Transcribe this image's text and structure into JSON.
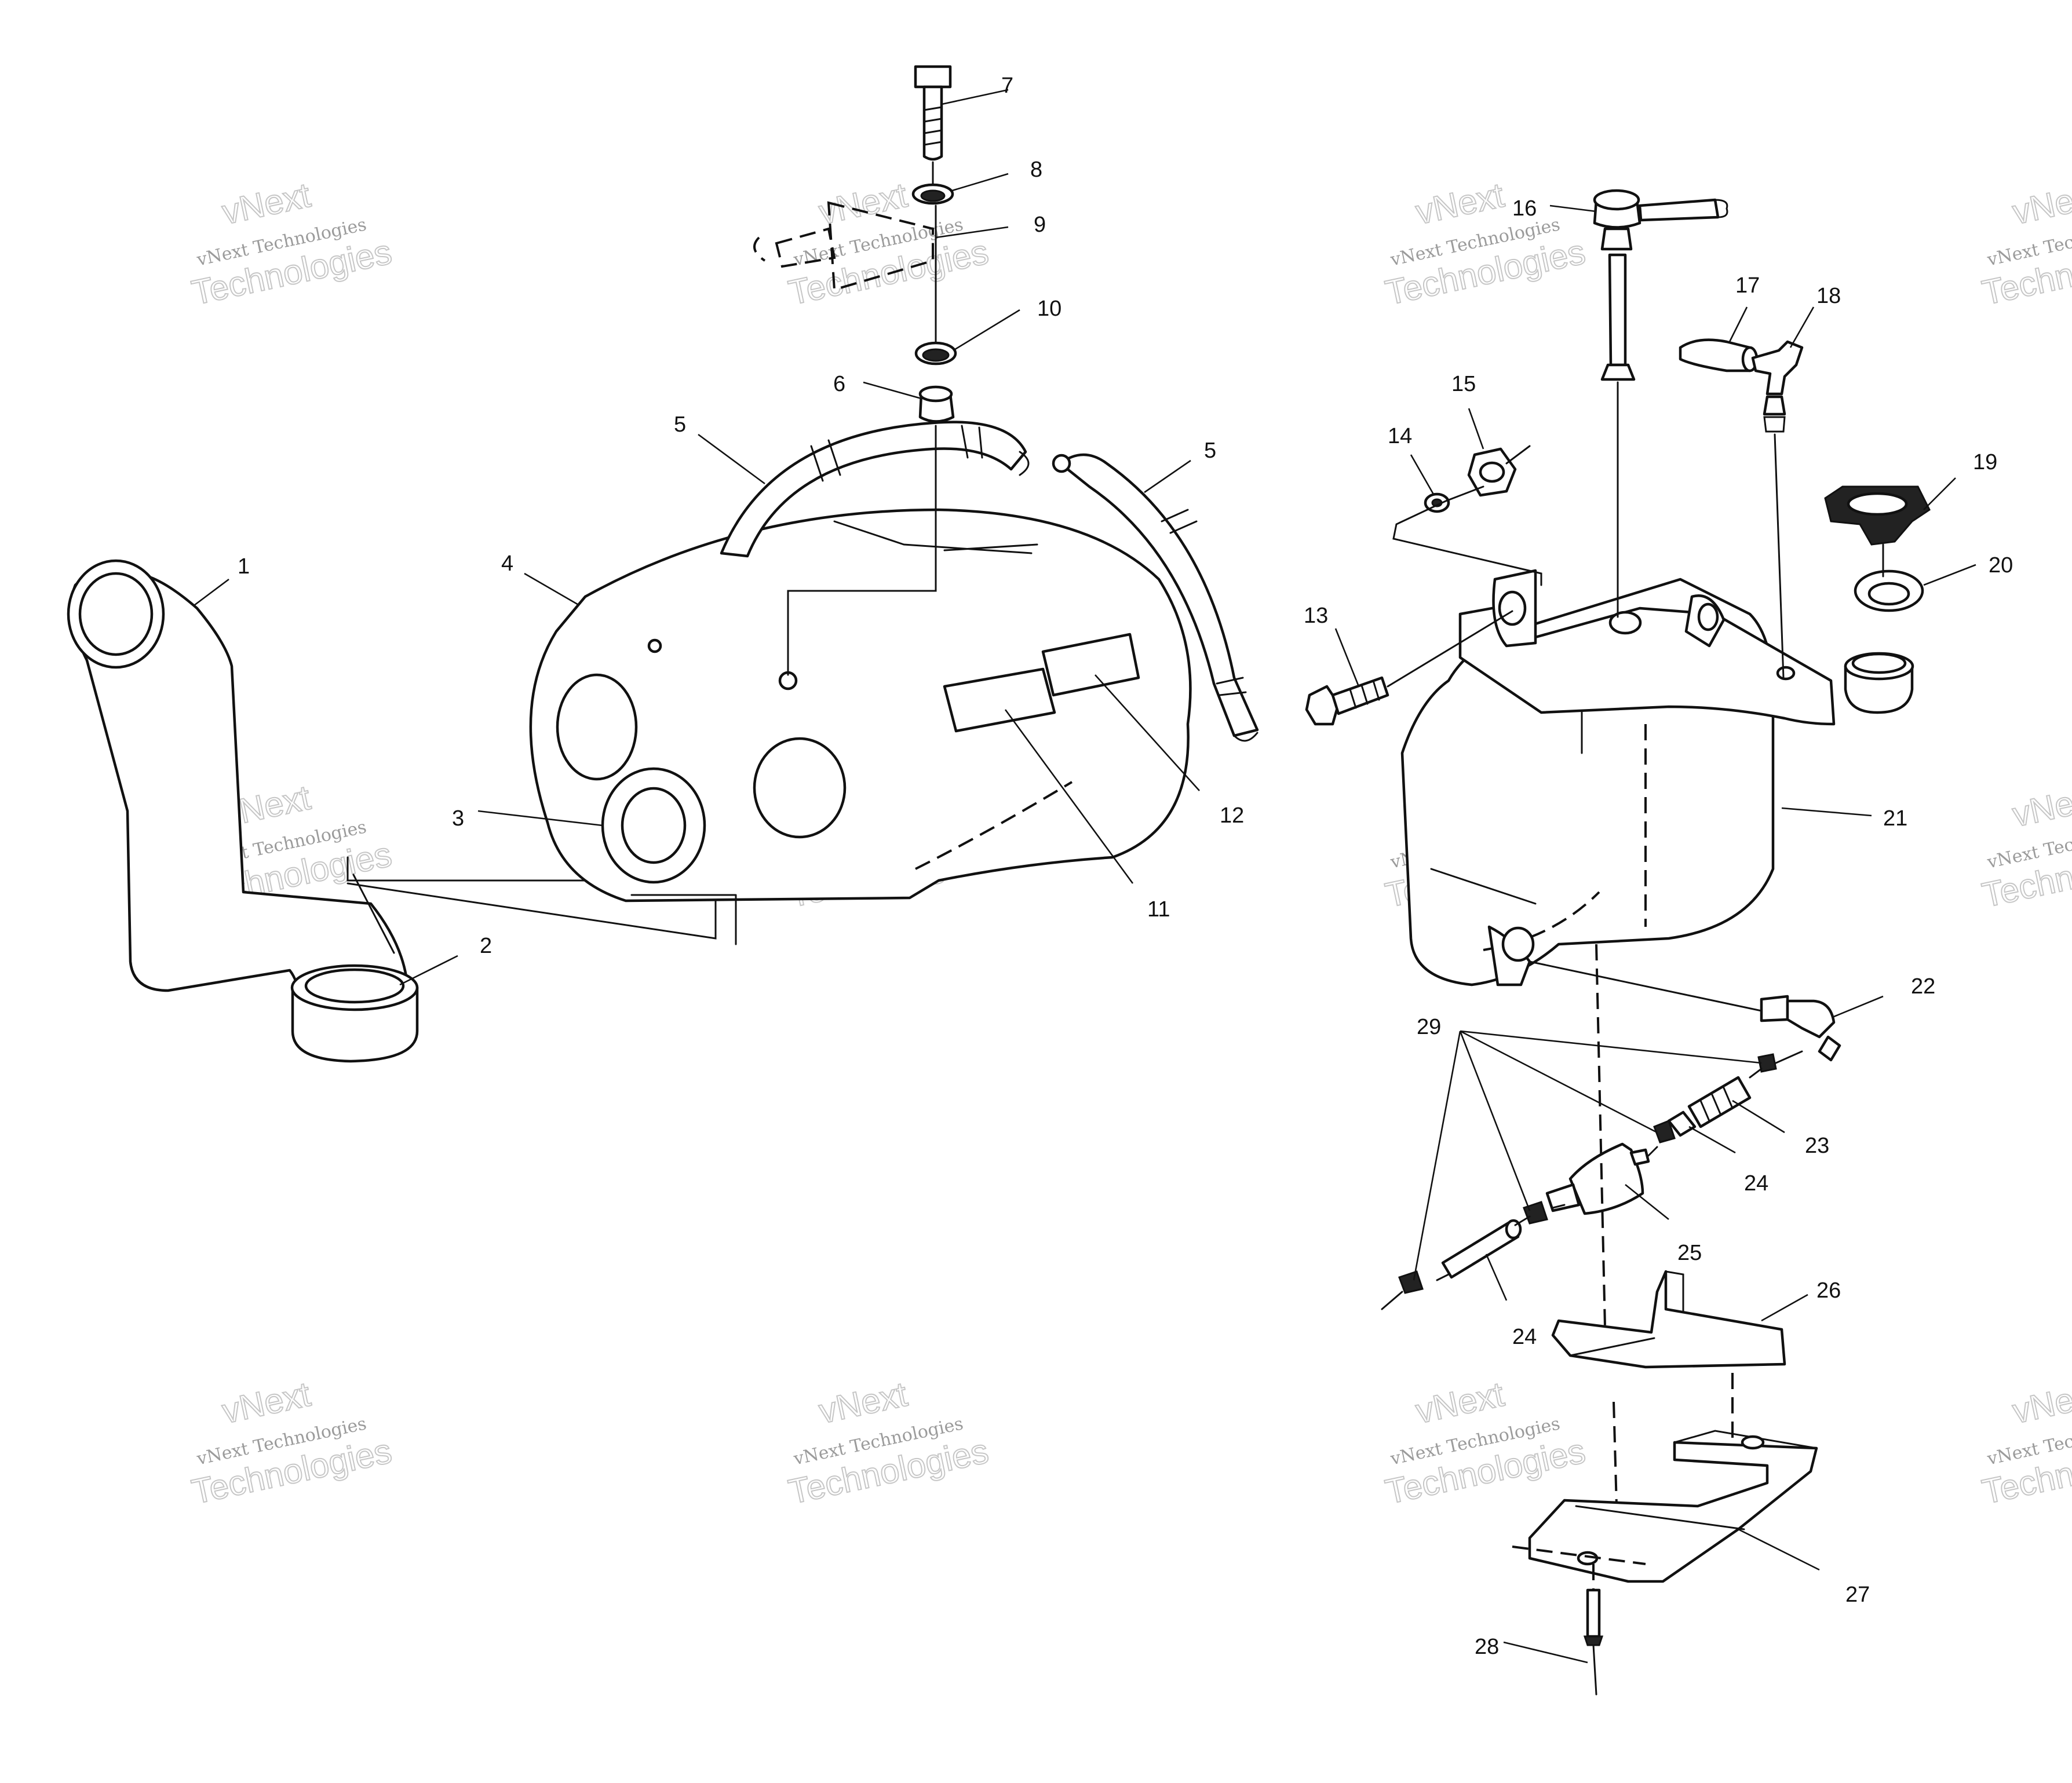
{
  "diagram": {
    "callouts": [
      "1",
      "2",
      "3",
      "4",
      "5",
      "5",
      "6",
      "7",
      "8",
      "9",
      "10",
      "11",
      "12",
      "13",
      "14",
      "15",
      "16",
      "17",
      "18",
      "19",
      "20",
      "21",
      "22",
      "23",
      "24",
      "24",
      "25",
      "26",
      "27",
      "28",
      "29"
    ],
    "watermark": {
      "line1": "vNext",
      "line2": "vNext Technologies",
      "line3": "Technologies"
    },
    "colors": {
      "ink": "#111111",
      "paper": "#ffffff",
      "watermark": "#b8b8b8"
    }
  }
}
